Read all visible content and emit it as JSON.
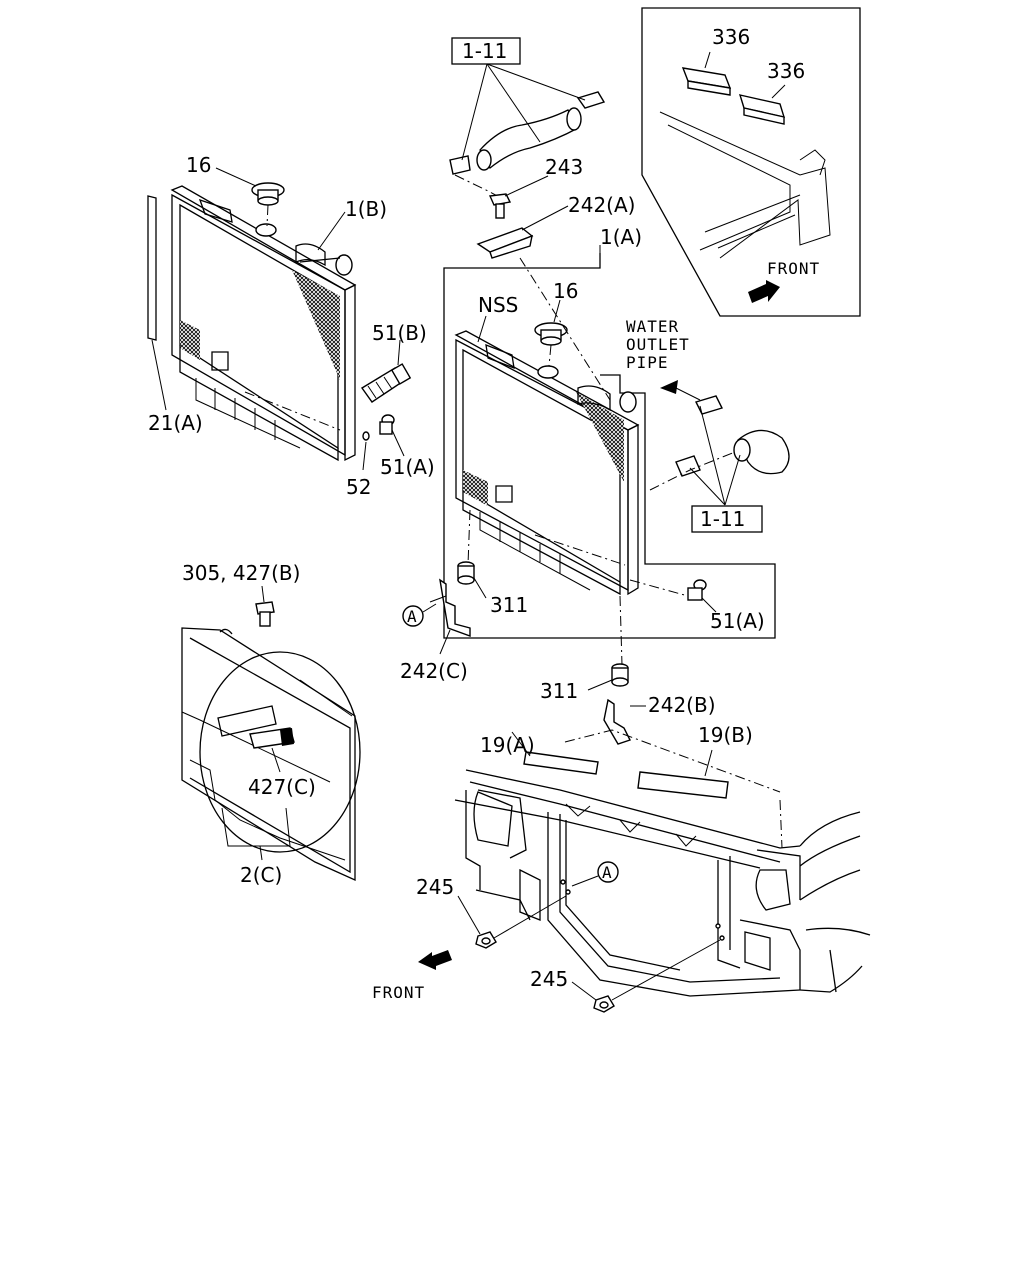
{
  "labels": {
    "ref_1_11_top": "1-11",
    "ref_1_11_bottom": "1-11",
    "p336_a": "336",
    "p336_b": "336",
    "front_inset": "FRONT",
    "front_main": "FRONT",
    "p16_left": "16",
    "p16_right": "16",
    "p1b": "1(B)",
    "p1a": "1(A)",
    "p243": "243",
    "p242a": "242(A)",
    "p242b": "242(B)",
    "p242c": "242(C)",
    "nss": "NSS",
    "water_1": "WATER",
    "water_2": "OUTLET",
    "water_3": "PIPE",
    "p51b": "51(B)",
    "p51a_left": "51(A)",
    "p51a_right": "51(A)",
    "p52": "52",
    "p21a": "21(A)",
    "p311_top": "311",
    "p311_bottom": "311",
    "p305_427b": "305, 427(B)",
    "p427c": "427(C)",
    "p2c": "2(C)",
    "p19a": "19(A)",
    "p19b": "19(B)",
    "p245_left": "245",
    "p245_right": "245",
    "circle_a_1": "A",
    "circle_a_2": "A"
  }
}
